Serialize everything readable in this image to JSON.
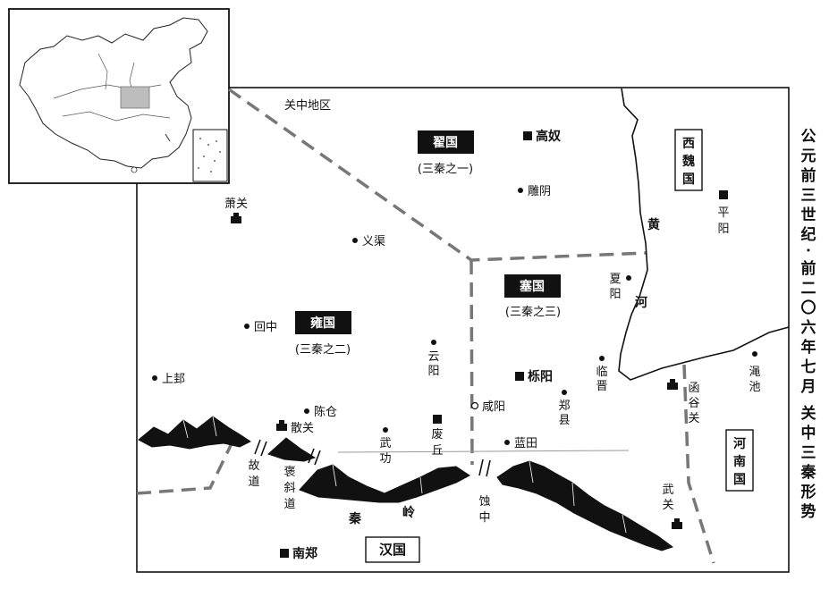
{
  "title": "公元前三世纪·前二〇六年七月 关中三秦形势",
  "region_label": "关中地区",
  "states": [
    {
      "name": "翟国",
      "note": "(三秦之一)"
    },
    {
      "name": "雍国",
      "note": "(三秦之二)"
    },
    {
      "name": "塞国",
      "note": "(三秦之三)"
    },
    {
      "name": "西魏国"
    },
    {
      "name": "河南国"
    },
    {
      "name": "汉国"
    }
  ],
  "capitals": [
    "高奴",
    "废丘",
    "栎阳",
    "平阳",
    "南郑"
  ],
  "cities": [
    "雕阴",
    "义渠",
    "回中",
    "上邽",
    "云阳",
    "陈仓",
    "咸阳",
    "武功",
    "蓝田",
    "郑县",
    "临晋",
    "夏阳",
    "渑池"
  ],
  "passes": [
    "萧关",
    "散关",
    "函谷关",
    "武关"
  ],
  "roads": [
    "故道",
    "褒斜道",
    "蚀中"
  ],
  "mountains": "秦岭",
  "river": "黄河",
  "colors": {
    "ink": "#111111",
    "border_dash": "#777777",
    "inset_highlight": "#bdbdbd",
    "badge_bg": "#111111"
  }
}
